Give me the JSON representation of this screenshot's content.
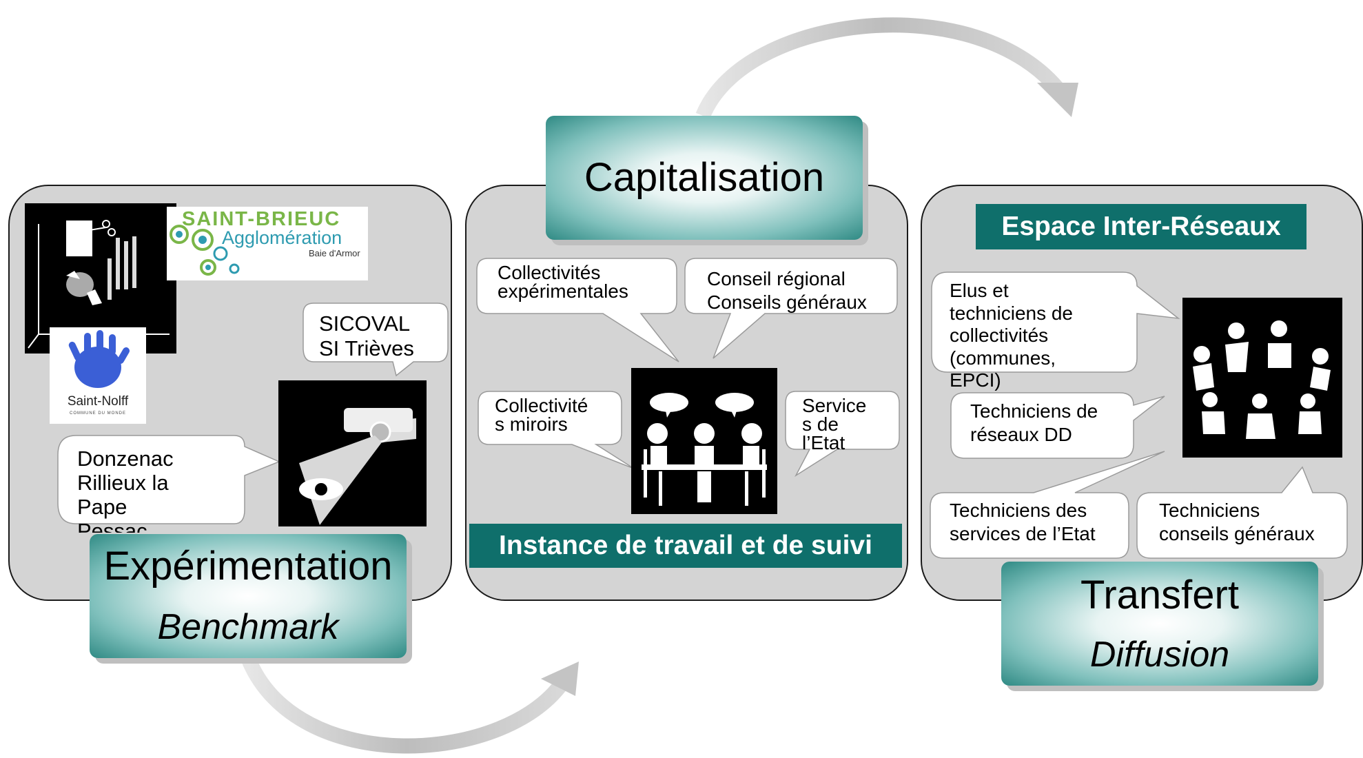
{
  "arrows": {
    "color": "#c8c8c8"
  },
  "colors": {
    "teal": "#0f6f6b",
    "panel_bg": "#d4d4d4"
  },
  "left": {
    "title": "Expérimentation",
    "subtitle": "Benchmark",
    "logo_saint_brieuc": {
      "line1": "SAINT-BRIEUC",
      "line2": "Agglomération",
      "line3": "Baie d'Armor"
    },
    "logo_saint_nolff": {
      "name": "Saint-Nolff",
      "tagline": "COMMUNE DU MONDE"
    },
    "bubble_sicoval": "SICOVAL\nSI Trièves",
    "bubble_communes": "Donzenac\nRillieux la\nPape\nPessac",
    "icons": [
      "art-supplies-icon",
      "projector-eye-icon"
    ]
  },
  "center": {
    "title": "Capitalisation",
    "bar": "Instance de travail et de suivi",
    "bubble_top_left": "Collectivités\nexpérimentales",
    "bubble_top_right": "Conseil régional\nConseils généraux",
    "bubble_mid_left": "Collectivité\ns miroirs",
    "bubble_mid_right": "Service\ns de\nl’Etat",
    "icons": [
      "meeting-table-icon"
    ]
  },
  "right": {
    "title": "Transfert",
    "subtitle": "Diffusion",
    "bar": "Espace Inter-Réseaux",
    "bubble_elus": "Elus et\ntechniciens de\ncollectivités\n(communes,\nEPCI)",
    "bubble_reseaux": "Techniciens de\nréseaux DD",
    "bubble_etat": "Techniciens des\nservices de l’Etat",
    "bubble_cg": "Techniciens\nconseils généraux",
    "icons": [
      "people-circle-icon"
    ]
  }
}
